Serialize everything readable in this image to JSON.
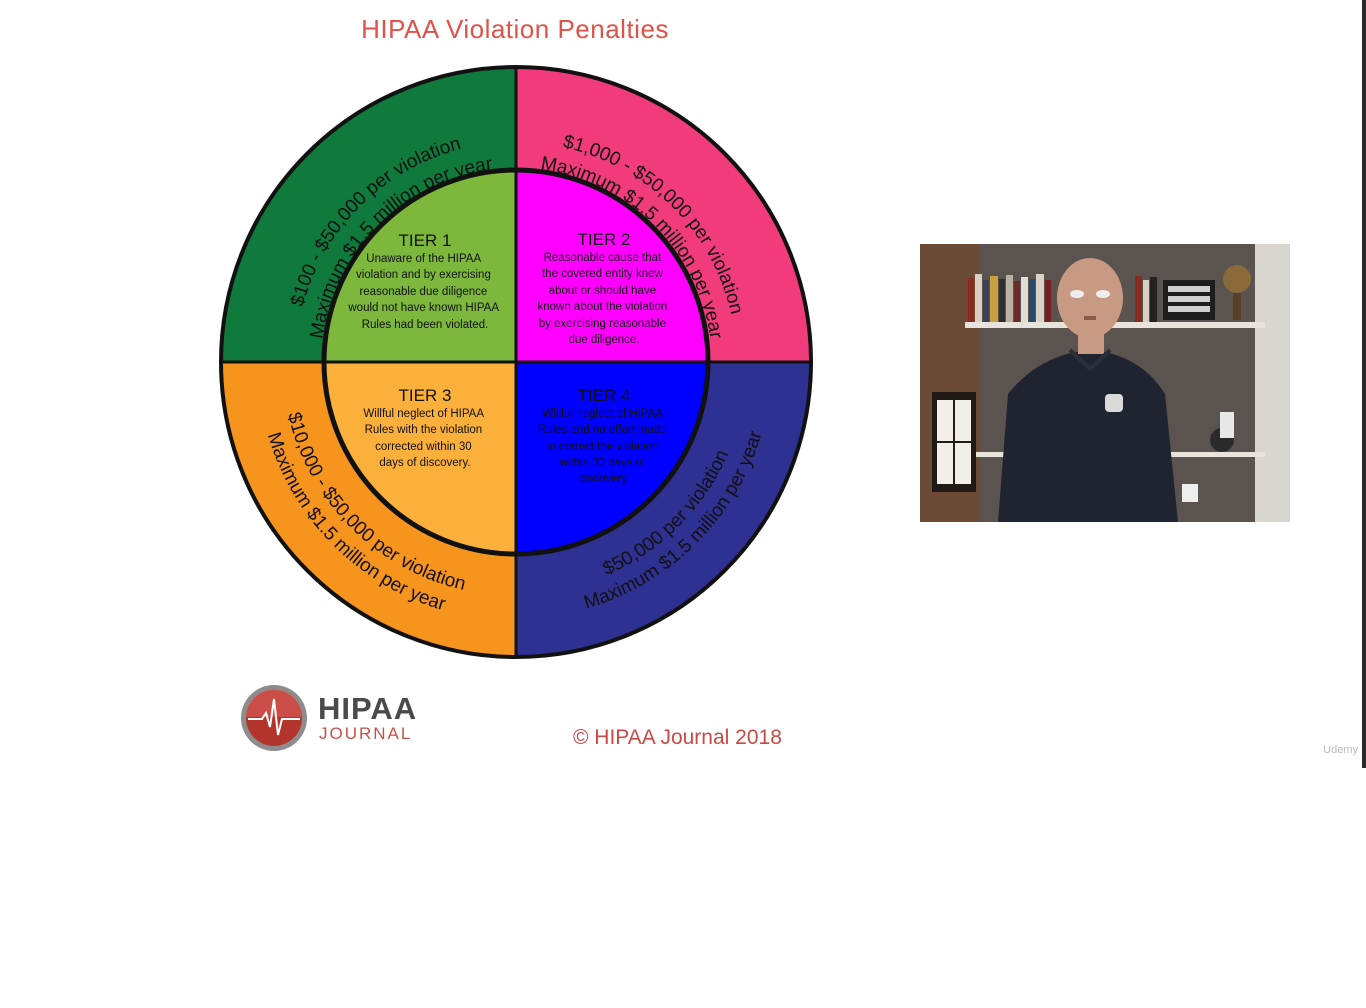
{
  "slide": {
    "title": "HIPAA Violation Penalties",
    "copyright": "© HIPAA Journal 2018",
    "colors": {
      "title": "#e0524a",
      "tier1_outer": "#0f7a3c",
      "tier1_inner": "#7db83c",
      "tier2_outer": "#f13b7d",
      "tier2_inner": "#ff00ff",
      "tier3_outer": "#f7941d",
      "tier3_inner": "#fbb03b",
      "tier4_outer": "#2e3192",
      "tier4_inner": "#0000ff"
    },
    "tiers": [
      {
        "name": "TIER 1",
        "description": [
          "Unaware of the HIPAA",
          "violation and by exercising",
          "reasonable due diligence",
          "would not have known HIPAA",
          "Rules had been violated."
        ],
        "penalty": "$100 - $50,000 per violation",
        "maximum": "Maximum $1.5 million per year"
      },
      {
        "name": "TIER 2",
        "description": [
          "Reasonable cause that",
          "the covered entity knew",
          "about or should have",
          "known about the violation",
          "by exercising reasonable",
          "due diligence."
        ],
        "penalty": "$1,000 - $50,000 per violation",
        "maximum": "Maximum $1.5 million per year"
      },
      {
        "name": "TIER 3",
        "description": [
          "Willful neglect of HIPAA",
          "Rules with the violation",
          "corrected within 30",
          "days of discovery."
        ],
        "penalty": "$10,000 - $50,000 per violation",
        "maximum": "Maximum $1.5 million per year"
      },
      {
        "name": "TIER 4",
        "description": [
          "Willful neglect of HIPAA",
          "Rules and no effort made",
          "to correct the violation",
          "within 30 days of",
          "discovery."
        ],
        "penalty": "$50,000 per violation",
        "maximum": "Maximum $1.5 million per year"
      }
    ]
  },
  "logo": {
    "line1": "HIPAA",
    "line2": "JOURNAL"
  },
  "watermark": "Udemy"
}
